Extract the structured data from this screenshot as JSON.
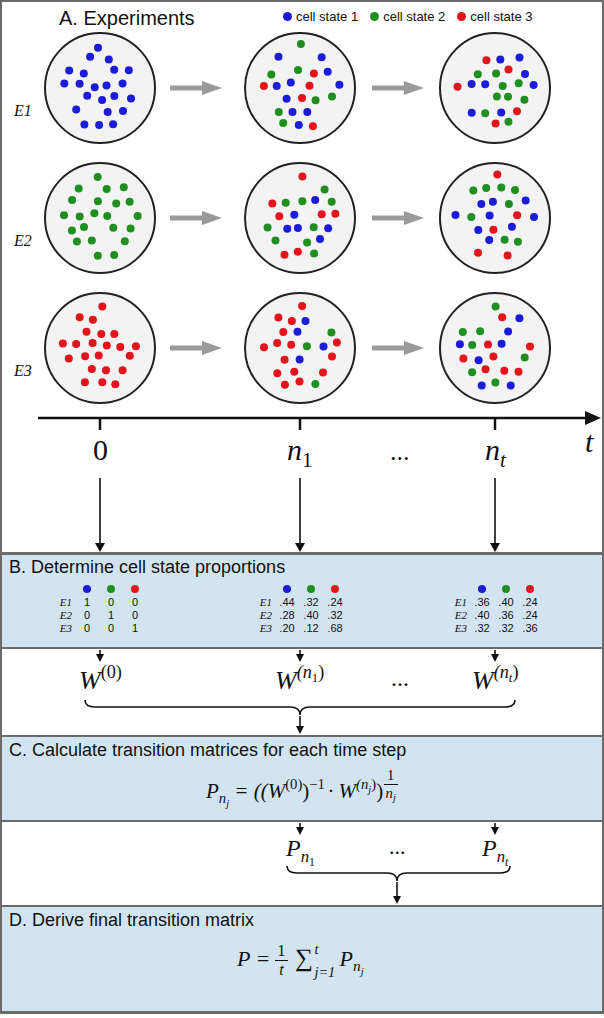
{
  "diagram": {
    "nodes": [
      {
        "text": [
          "A. Experiments"
        ]
      },
      {
        "text": [
          "B. Determine cell state proportions"
        ]
      },
      {
        "text": [
          "C. Calculate transition matrices for each time step"
        ]
      },
      {
        "text": [
          "D. Derive final transition matrix"
        ]
      }
    ],
    "labels": [
      "E1",
      "E2",
      "E3",
      "0",
      "n",
      "1",
      "...",
      "n",
      "t",
      "t",
      "E1",
      "1",
      "0",
      "0",
      "E2",
      "0",
      "1",
      "0",
      "E3",
      "0",
      "0",
      "1",
      "E1",
      ".44",
      ".32",
      ".24",
      "E2",
      ".28",
      ".40",
      ".32",
      "E3",
      ".20",
      ".12",
      ".68",
      "E1",
      ".36",
      ".40",
      ".24",
      "E2",
      ".40",
      ".36",
      ".24",
      "E3",
      ".32",
      ".32",
      ".36",
      "W",
      "(0)",
      "W",
      "(n",
      "1",
      ")",
      "...",
      "W",
      "(n",
      "t",
      ")",
      "P",
      "n",
      "j",
      "= ((W",
      "(0)",
      ")",
      "−1",
      "· W",
      "(n",
      "j",
      ")",
      ")",
      "1",
      "n",
      "j",
      "P",
      "n",
      "1",
      "...",
      "P",
      "n",
      "t",
      "P =",
      "1",
      "t",
      "∑",
      "t",
      "j=1",
      "P",
      "n",
      "j"
    ],
    "legend": [
      {
        "text": "cell state 1",
        "color": "#1c1cd8"
      },
      {
        "text": "cell state 2",
        "color": "#1f8f1f"
      },
      {
        "text": "cell state 3",
        "color": "#e3141c"
      }
    ]
  }
}
